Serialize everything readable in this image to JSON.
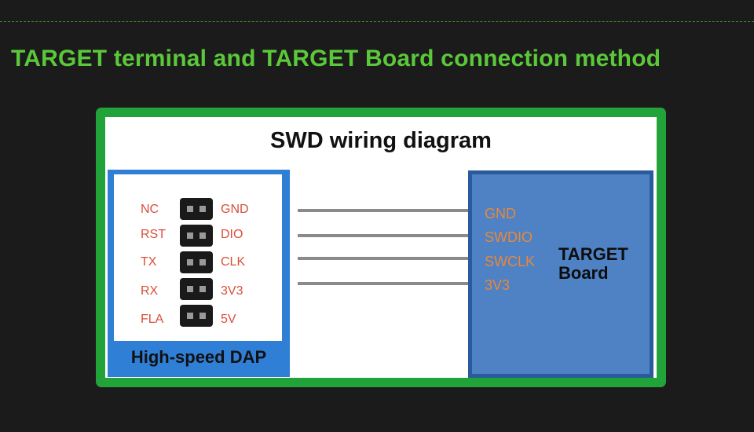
{
  "heading": "TARGET terminal and TARGET Board connection method",
  "diagram": {
    "title": "SWD wiring diagram",
    "dap": {
      "label": "High-speed DAP",
      "left_pins": [
        "NC",
        "RST",
        "TX",
        "RX",
        "FLA"
      ],
      "right_pins": [
        "GND",
        "DIO",
        "CLK",
        "3V3",
        "5V"
      ]
    },
    "target": {
      "pins": [
        "GND",
        "SWDIO",
        "SWCLK",
        "3V3"
      ],
      "name_line1": "TARGET",
      "name_line2": "Board"
    }
  },
  "colors": {
    "background": "#1b1b1b",
    "heading": "#5bc83a",
    "frame": "#22a339",
    "dap_border": "#2f7fd6",
    "pin_label": "#d94f3a",
    "board": "#4e82c4",
    "board_pin": "#e8883c"
  }
}
